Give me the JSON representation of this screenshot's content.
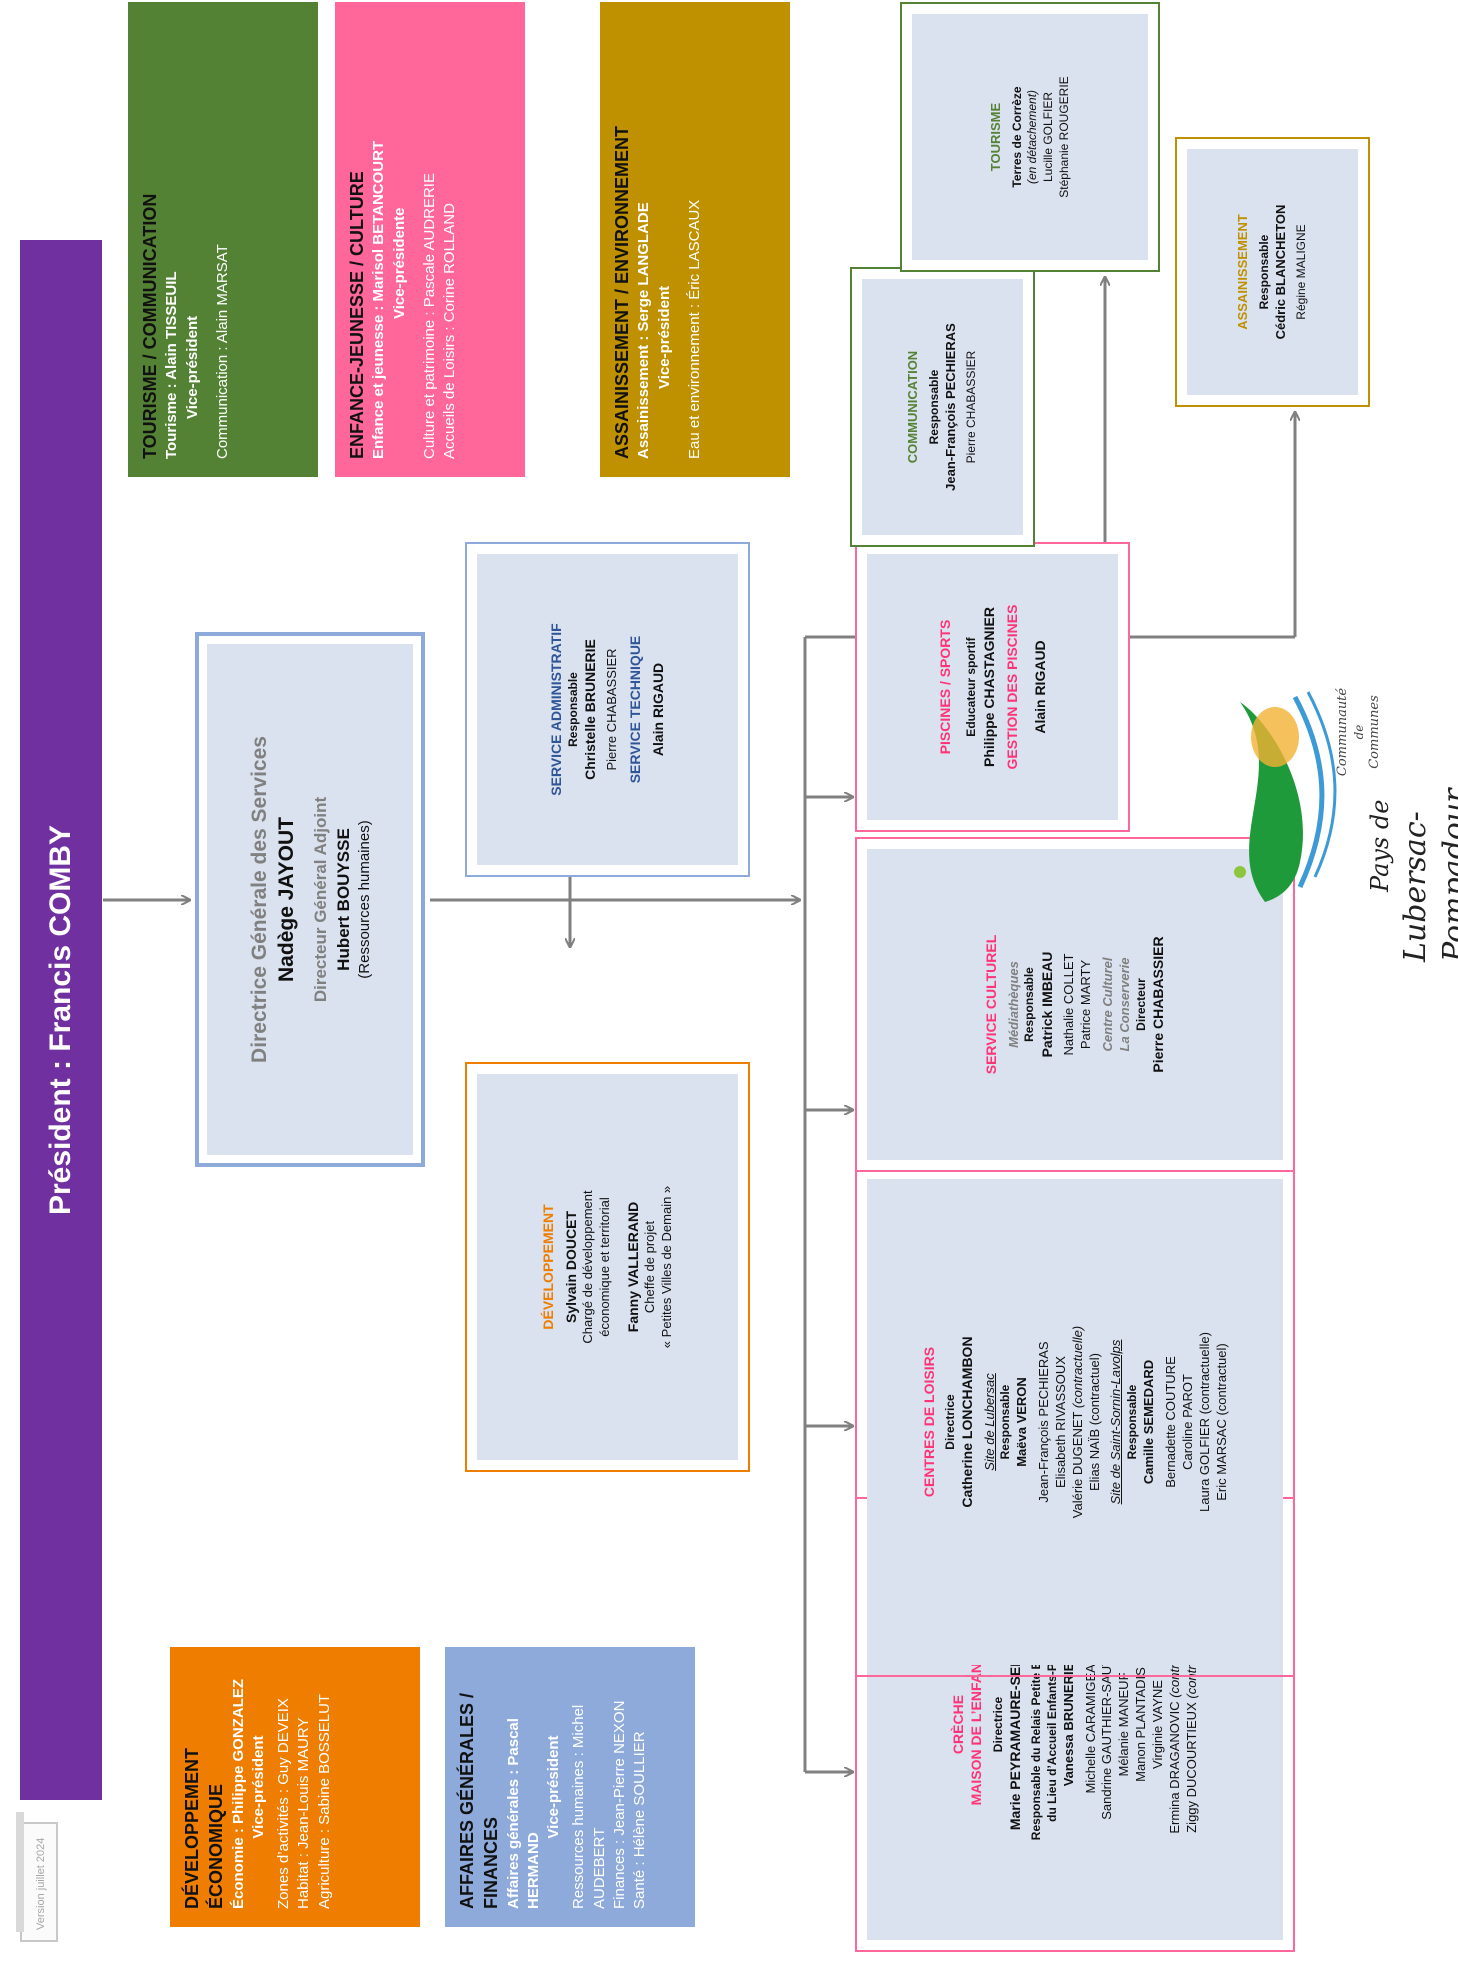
{
  "version": "Version juillet 2024",
  "president": "Président : Francis COMBY",
  "colors": {
    "president": "#7030a0",
    "economic": "#ef7d00",
    "finances": "#8eaadb",
    "tourism_comm": "#548235",
    "youth_culture": "#ff6699",
    "sanitation_env": "#bf9000",
    "box_fill": "#dbe2ef",
    "pink_border": "#ff6699",
    "orange_border": "#ef7d00",
    "blue_border": "#8eaadb",
    "green_border": "#548235",
    "gold_border": "#bf9000",
    "arrow": "#808080"
  },
  "dgs": {
    "title": "Directrice Générale des Services",
    "name": "Nadège JAYOUT",
    "deputy_title": "Directeur Général Adjoint",
    "deputy_name": "Hubert BOUYSSE",
    "deputy_note": "(Ressources humaines)"
  },
  "vice_presidencies": {
    "economic": {
      "title": "DÉVELOPPEMENT ÉCONOMIQUE",
      "line1": "Économie :  Philippe GONZALEZ",
      "line2": "Vice-président",
      "items": [
        "Zones d’activités : Guy DEVEIX",
        "Habitat : Jean-Louis MAURY",
        "Agriculture : Sabine BOSSELUT"
      ]
    },
    "finances": {
      "title": "AFFAIRES GÉNÉRALES / FINANCES",
      "line1": "Affaires générales : Pascal HERMAND",
      "line2": "Vice-président",
      "items": [
        "Ressources humaines : Michel AUDEBERT",
        "Finances : Jean-Pierre NEXON",
        "Santé : Hélène SOULLIER"
      ]
    },
    "tourism": {
      "title": "TOURISME / COMMUNICATION",
      "line1": "Tourisme : Alain TISSEUIL",
      "line2": "Vice-président",
      "items": [
        "Communication : Alain MARSAT"
      ]
    },
    "youth": {
      "title": "ENFANCE-JEUNESSE / CULTURE",
      "line1": "Enfance et jeunesse : Marisol BETANCOURT",
      "line2": "Vice-présidente",
      "items": [
        "Culture et patrimoine : Pascale AUDRERIE",
        "Accueils de Loisirs : Corine ROLLAND"
      ]
    },
    "sanitation": {
      "title": "ASSAINISSEMENT / ENVIRONNEMENT",
      "line1": "Assainissement : Serge LANGLADE",
      "line2": "Vice-président",
      "items": [
        "Eau et environnement : Éric LASCAUX"
      ]
    }
  },
  "services": {
    "development": {
      "title": "DÉVELOPPEMENT",
      "p1_name": "Sylvain DOUCET",
      "p1_role_1": "Chargé de développement",
      "p1_role_2": "économique et territorial",
      "p2_name": "Fanny VALLERAND",
      "p2_role_1": "Cheffe de projet",
      "p2_role_2": "« Petites Villes de Demain »"
    },
    "admin": {
      "title": "SERVICE ADMINISTRATIF",
      "resp_label": "Responsable",
      "resp_name": "Christelle BRUNERIE",
      "staff": "Pierre CHABASSIER",
      "title2": "SERVICE TECHNIQUE",
      "tech_name": "Alain RIGAUD"
    },
    "creche": {
      "title1": "CRÈCHE",
      "title2": "MAISON DE L’ENFANCE",
      "dir_label": "Directrice",
      "dir_name": "Marie PEYRAMAURE-SEMBLAT",
      "relais_1": "Responsable du Relais Petite Enfance et",
      "relais_2": "du Lieu d’Accueil Enfants-Parents",
      "relais_name": "Vanessa BRUNERIE",
      "staff": [
        "Michelle CARAMIGEAS",
        "Sandrine GAUTHIER-SAUTOUR",
        "Mélanie MANEUF",
        "Manon PLANTADIS",
        "Virginie VAYNE"
      ],
      "contract_1_name": "Ermina DRAGANOVIC",
      "contract_2_name": "Ziggy DUCOURTIEUX",
      "contract_note": "(contractuelle)"
    },
    "leisure": {
      "title": "CENTRES DE LOISIRS",
      "dir_label": "Directrice",
      "dir_name": "Catherine LONCHAMBON",
      "site1": "Site de Lubersac",
      "site1_resp_label": "Responsable",
      "site1_resp_name": "Maëva VERON",
      "site1_staff_1": "Jean-François PECHIERAS",
      "site1_staff_2": "Elisabeth RIVASSOUX",
      "site1_staff_3_name": "Valérie DUGENET",
      "site1_staff_3_note": "(contractuelle)",
      "site1_staff_4": "Elias NAÏB (contractuel)",
      "site2": "Site de Saint-Sornin-Lavolps",
      "site2_resp_label": "Responsable",
      "site2_resp_name": "Camille SEMEDARD",
      "site2_staff": [
        "Bernadette COUTURE",
        "Caroline PAROT",
        "Laura GOLFIER (contractuelle)",
        "Eric MARSAC (contractuel)"
      ]
    },
    "cultural": {
      "title": "SERVICE CULTUREL",
      "sub1": "Médiathèques",
      "resp_label": "Responsable",
      "resp_name": "Patrick IMBEAU",
      "staff_1": "Nathalie COLLET",
      "staff_2": "Patrice MARTY",
      "sub2_1": "Centre Culturel",
      "sub2_2": "La Conserverie",
      "dir_label": "Directeur",
      "dir_name": "Pierre CHABASSIER"
    },
    "pools": {
      "title": "PISCINES / SPORTS",
      "role": "Educateur sportif",
      "name": "Philippe CHASTAGNIER",
      "title2": "GESTION DES PISCINES",
      "name2": "Alain RIGAUD"
    },
    "communication": {
      "title": "COMMUNICATION",
      "resp_label": "Responsable",
      "resp_name": "Jean-François PECHIERAS",
      "staff": "Pierre CHABASSIER"
    },
    "tourism": {
      "title": "TOURISME",
      "sub": "Terres de Corrèze",
      "note": "(en détachement)",
      "staff": [
        "Lucille GOLFIER",
        "Stéphanie ROUGERIE"
      ]
    },
    "sanitation": {
      "title": "ASSAINISSEMENT",
      "resp_label": "Responsable",
      "resp_name": "Cédric BLANCHETON",
      "staff": "Régine MALIGNE"
    }
  },
  "logo": {
    "line1": "Communauté",
    "line2": "de",
    "line3": "Communes",
    "line4": "Pays de",
    "line5": "Lubersac-Pompadour"
  }
}
